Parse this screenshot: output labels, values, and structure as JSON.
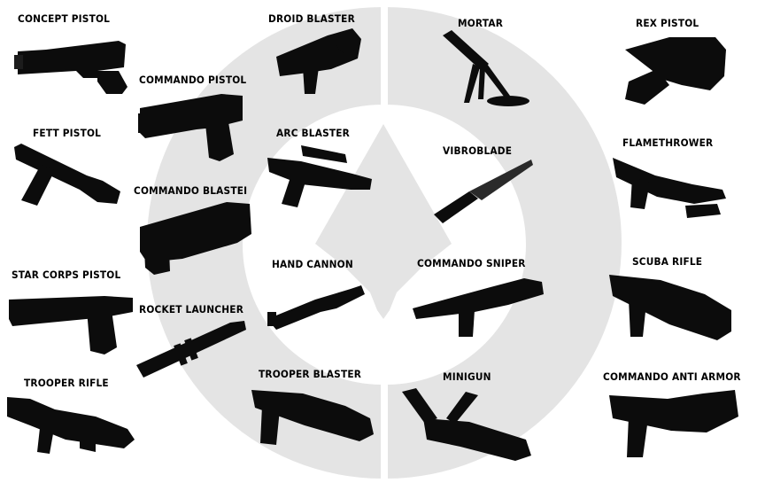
{
  "background_color": "#ffffff",
  "emblem_color": "#e4e4e4",
  "weapon_color": "#0c0c0c",
  "items": [
    {
      "name": "CONCEPT PISTOL",
      "icon": "concept-pistol-icon"
    },
    {
      "name": "COMMANDO PISTOL",
      "icon": "commando-pistol-icon"
    },
    {
      "name": "FETT PISTOL",
      "icon": "fett-pistol-icon"
    },
    {
      "name": "COMMANDO BLASTEI",
      "icon": "commando-blaster-icon"
    },
    {
      "name": "STAR CORPS PISTOL",
      "icon": "star-corps-pistol-icon"
    },
    {
      "name": "ROCKET LAUNCHER",
      "icon": "rocket-launcher-icon"
    },
    {
      "name": "TROOPER RIFLE",
      "icon": "trooper-rifle-icon"
    },
    {
      "name": "DROID BLASTER",
      "icon": "droid-blaster-icon"
    },
    {
      "name": "ARC BLASTER",
      "icon": "arc-blaster-icon"
    },
    {
      "name": "HAND CANNON",
      "icon": "hand-cannon-icon"
    },
    {
      "name": "TROOPER BLASTER",
      "icon": "trooper-blaster-icon"
    },
    {
      "name": "MORTAR",
      "icon": "mortar-icon"
    },
    {
      "name": "VIBROBLADE",
      "icon": "vibroblade-icon"
    },
    {
      "name": "COMMANDO SNIPER",
      "icon": "commando-sniper-icon"
    },
    {
      "name": "MINIGUN",
      "icon": "minigun-icon"
    },
    {
      "name": "REX PISTOL",
      "icon": "rex-pistol-icon"
    },
    {
      "name": "FLAMETHROWER",
      "icon": "flamethrower-icon"
    },
    {
      "name": "SCUBA RIFLE",
      "icon": "scuba-rifle-icon"
    },
    {
      "name": "COMMANDO ANTI ARMOR",
      "icon": "commando-anti-armor-icon"
    }
  ]
}
